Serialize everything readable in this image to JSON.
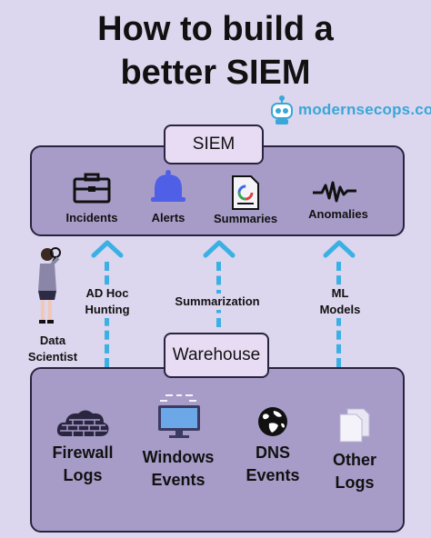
{
  "title_line1": "How to build a",
  "title_line2": "better SIEM",
  "brand": "modernsecops.com",
  "siem": {
    "label": "SIEM",
    "items": [
      "Incidents",
      "Alerts",
      "Summaries",
      "Anomalies"
    ]
  },
  "warehouse": {
    "label": "Warehouse",
    "items": [
      [
        "Firewall",
        "Logs"
      ],
      [
        "Windows",
        "Events"
      ],
      [
        "DNS",
        "Events"
      ],
      [
        "Other",
        "Logs"
      ]
    ]
  },
  "flows": {
    "adhoc": [
      "AD Hoc",
      "Hunting"
    ],
    "summarization": "Summarization",
    "ml": [
      "ML",
      "Models"
    ]
  },
  "person": [
    "Data",
    "Scientist"
  ],
  "colors": {
    "background": "#dcd6ee",
    "panel": "#a79cc8",
    "tag": "#e8dcf4",
    "arrow": "#3bb0e3",
    "brand": "#3aa7d8"
  }
}
